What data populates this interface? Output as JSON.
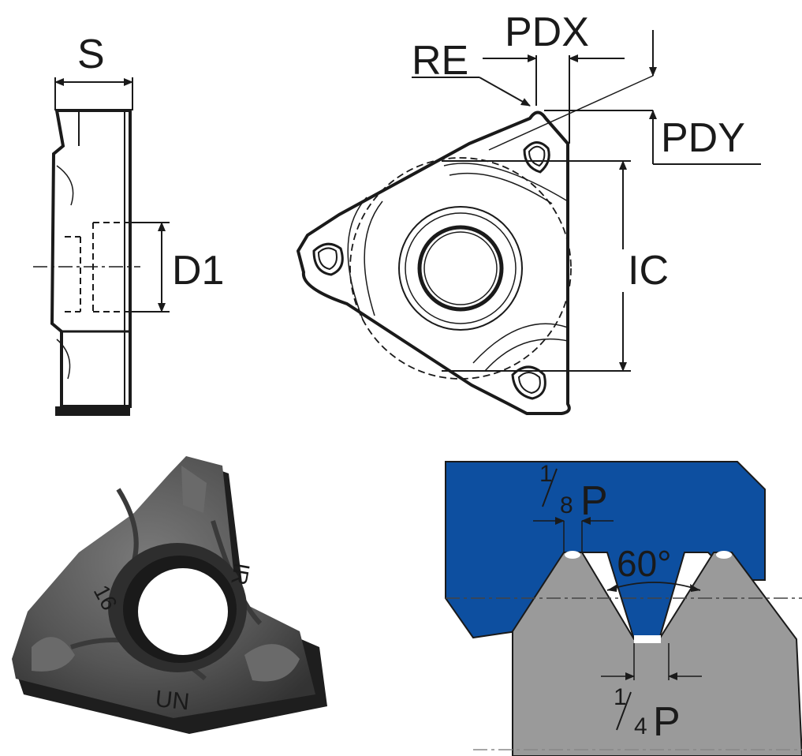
{
  "labels": {
    "s": "S",
    "d1": "D1",
    "re": "RE",
    "pdx": "PDX",
    "pdy": "PDY",
    "ic": "IC",
    "crest_num": "1",
    "crest_den": "8",
    "crest_p": "P",
    "root_num": "1",
    "root_den": "4",
    "root_p": "P",
    "angle": "60°"
  },
  "insert_marks": {
    "left": "16",
    "right": "IR",
    "bottom": "UN"
  },
  "colors": {
    "line": "#1a1a1a",
    "tool_blue": "#0d4fa0",
    "thread_gray": "#9a9a9a",
    "insert_body": "#4a4a4a",
    "insert_dark": "#222222",
    "insert_light": "#6a6a6a"
  }
}
